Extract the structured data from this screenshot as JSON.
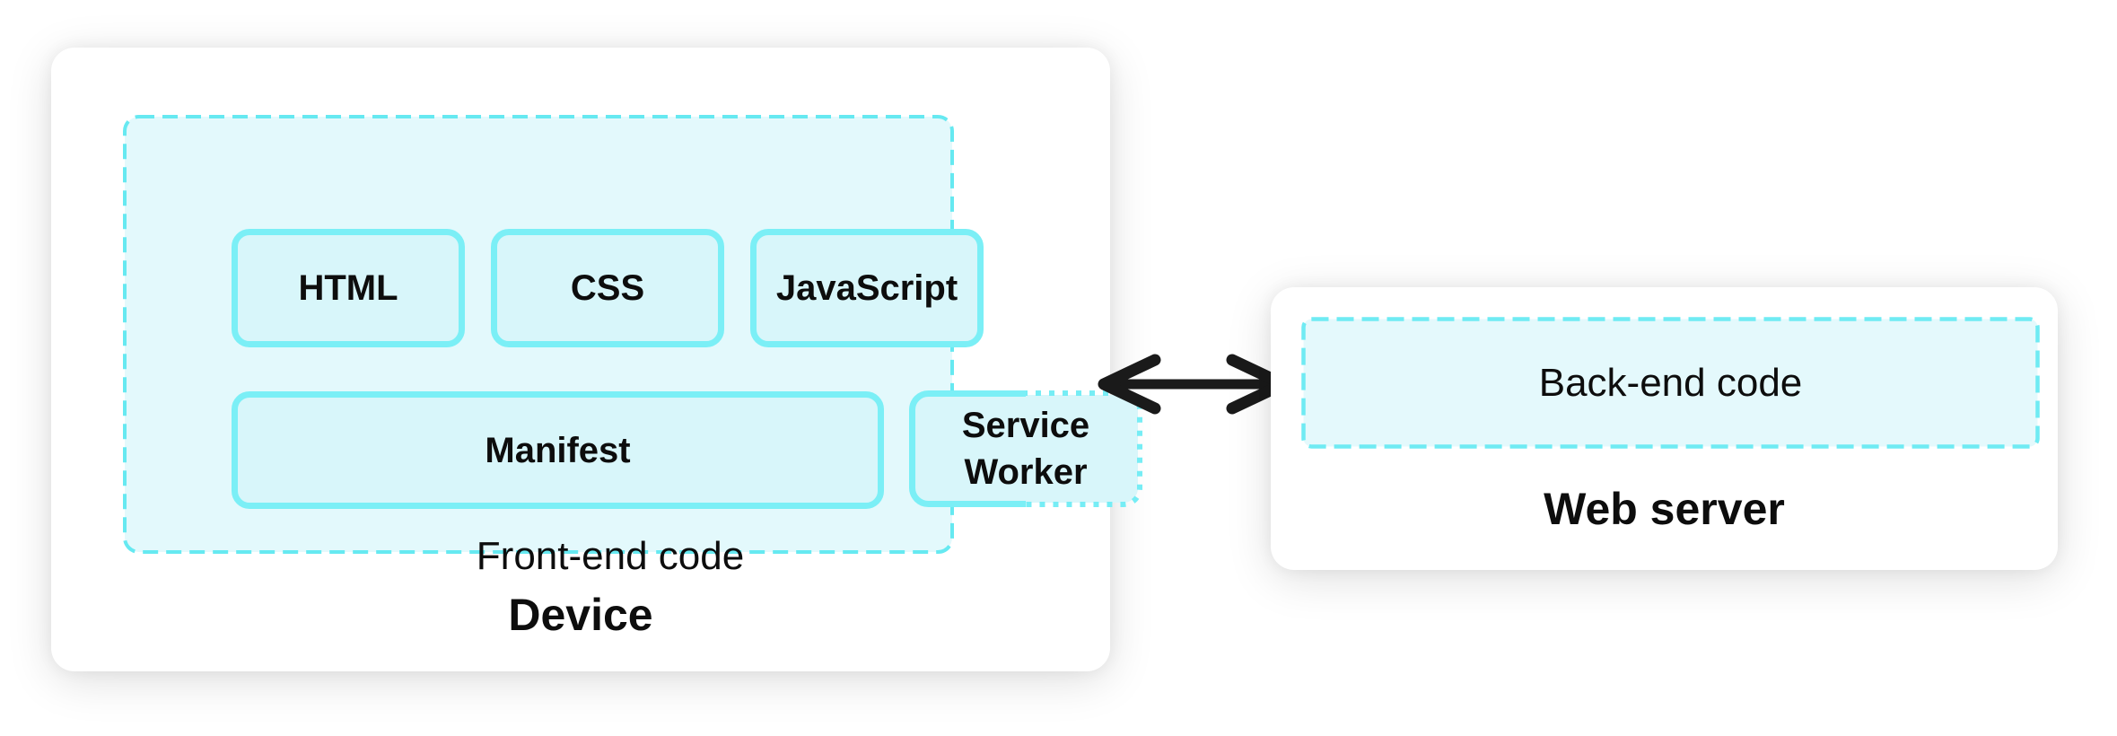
{
  "device_card": {
    "title": "Device",
    "frontend_group": {
      "caption": "Front-end code",
      "boxes": {
        "html": "HTML",
        "css": "CSS",
        "javascript": "JavaScript",
        "manifest": "Manifest",
        "service_worker": "Service Worker"
      }
    }
  },
  "server_card": {
    "title": "Web server",
    "backend_box": {
      "label": "Back-end code"
    }
  },
  "arrow": {
    "direction": "bidirectional-horizontal"
  },
  "colors": {
    "solid_border": "#7BEFF6",
    "dashed_border": "#66E9F1",
    "box_fill": "#D8F6FA",
    "group_fill": "#E3F9FC",
    "card_background": "#FFFFFF",
    "arrow": "#1A1A1A",
    "text": "#0D0D0D"
  }
}
